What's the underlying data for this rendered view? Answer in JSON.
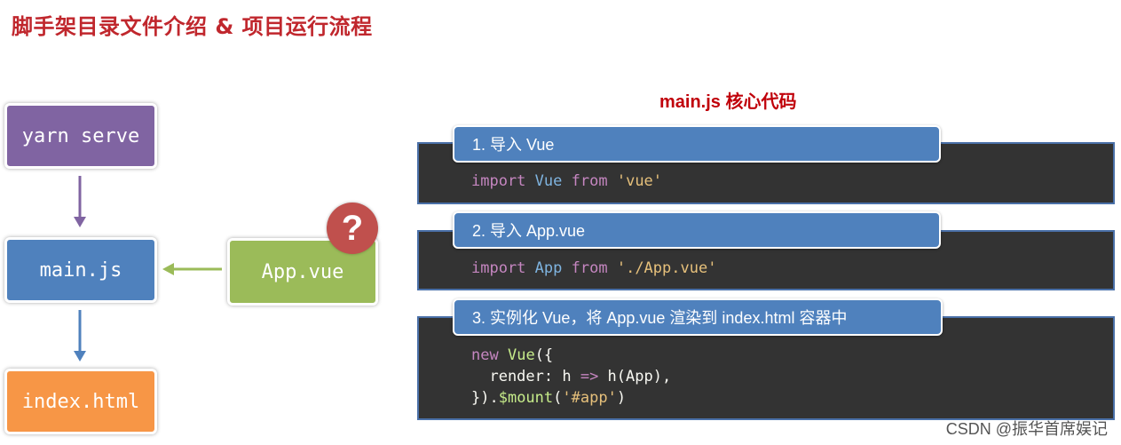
{
  "title": "脚手架目录文件介绍 & 项目运行流程",
  "flow": {
    "yarn_serve": "yarn serve",
    "main_js": "main.js",
    "index_html": "index.html",
    "app_vue": "App.vue",
    "question": "?"
  },
  "main_code": {
    "title": "main.js 核心代码",
    "steps": [
      {
        "label": "1. 导入 Vue",
        "code": {
          "kw": "import",
          "name": "Vue",
          "from": "from",
          "str": "'vue'"
        }
      },
      {
        "label": "2. 导入 App.vue",
        "code": {
          "kw": "import",
          "name": "App",
          "from": "from",
          "str": "'./App.vue'"
        }
      },
      {
        "label": "3. 实例化 Vue，将 App.vue 渲染到 index.html 容器中",
        "code": {
          "line1_new": "new",
          "line1_vue": "Vue",
          "line1_rest": "({",
          "line2_key": "  render: h ",
          "line2_arrow": "=>",
          "line2_call": " h(App),",
          "line3_pre": "}).",
          "line3_fn": "$mount",
          "line3_open": "(",
          "line3_str": "'#app'",
          "line3_close": ")"
        }
      }
    ]
  },
  "colors": {
    "title_red": "#c0272d",
    "purple": "#8064a2",
    "blue": "#4f81bd",
    "orange": "#f79646",
    "green": "#9bbb59",
    "badge_red": "#c0504d",
    "code_bg": "#333333"
  },
  "watermark": "CSDN @振华首席娱记"
}
